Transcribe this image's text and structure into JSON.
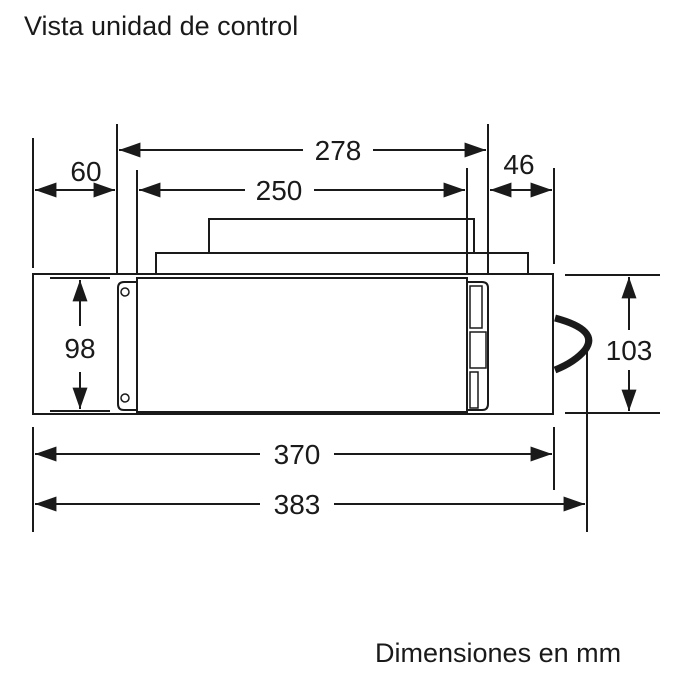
{
  "title": "Vista unidad de control",
  "units_note": "Dimensiones en mm",
  "colors": {
    "line": "#1a1a1a",
    "background": "#ffffff"
  },
  "dimensions": {
    "overall_top_width": "278",
    "inner_top_width": "250",
    "left_offset": "60",
    "right_offset": "46",
    "body_width": "370",
    "overall_width": "383",
    "inner_height": "98",
    "overall_height": "103"
  },
  "components": {
    "main_housing": "control-unit-housing",
    "upper_plate": "mounting-plate",
    "top_block": "top-block",
    "cable": "power-cable-loop",
    "left_bracket": "left-mounting-bracket",
    "right_bracket": "right-mounting-bracket"
  }
}
